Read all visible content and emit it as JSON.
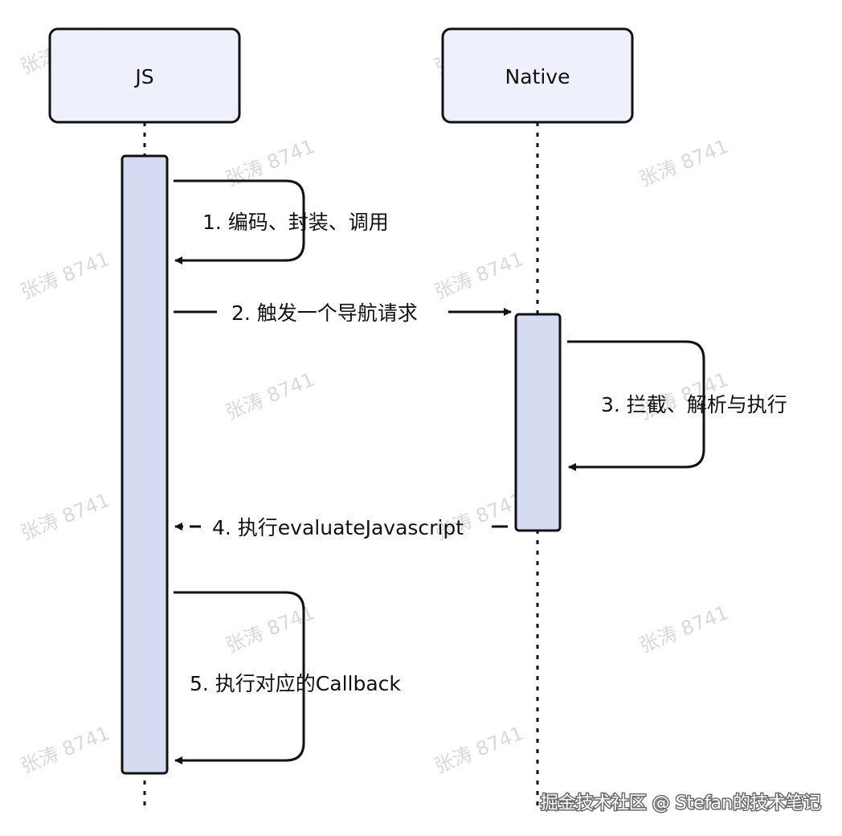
{
  "actors": {
    "js": "JS",
    "native": "Native"
  },
  "messages": {
    "m1": "1. 编码、封装、调用",
    "m2": "2. 触发一个导航请求",
    "m3": "3. 拦截、解析与执行",
    "m4": "4. 执行evaluateJavascript",
    "m5": "5. 执行对应的Callback"
  },
  "watermark": "张涛 8741",
  "footer": "掘金技术社区 @ Stefan的技术笔记",
  "colors": {
    "actor_fill": "#eef1fb",
    "activation_fill": "#d5dbf0",
    "stroke": "#111111",
    "watermark": "#d9d9d9"
  }
}
